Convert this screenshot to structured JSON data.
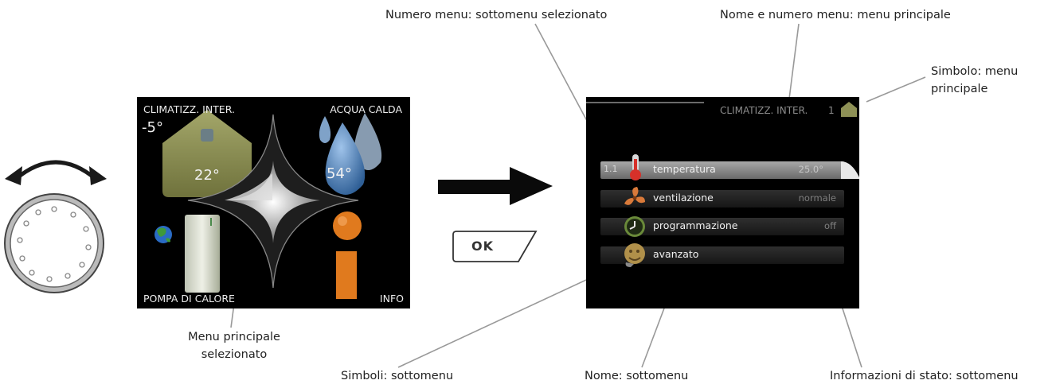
{
  "callouts": {
    "submenu_number": "Numero menu: sottomenu selezionato",
    "main_menu_name": "Nome e numero menu: menu principale",
    "main_menu_symbol": "Simbolo: menu principale",
    "main_menu_selected": "Menu principale selezionato",
    "submenu_symbols": "Simboli: sottomenu",
    "submenu_name": "Nome: sottomenu",
    "submenu_status": "Informazioni di stato: sottomenu"
  },
  "main_screen": {
    "q1_label": "CLIMATIZZ. INTER.",
    "q1_outdoor_temp": "-5°",
    "q1_indoor_temp": "22°",
    "q2_label": "ACQUA CALDA",
    "q2_temp": "54°",
    "q3_label": "POMPA DI CALORE",
    "q4_label": "INFO"
  },
  "ok_button": {
    "label": "OK"
  },
  "submenu_screen": {
    "header_title": "CLIMATIZZ. INTER.",
    "header_number": "1",
    "rows": [
      {
        "number": "1.1",
        "label": "temperatura",
        "status": "25.0°",
        "icon": "thermometer-icon"
      },
      {
        "number": "",
        "label": "ventilazione",
        "status": "normale",
        "icon": "fan-icon"
      },
      {
        "number": "",
        "label": "programmazione",
        "status": "off",
        "icon": "clock-icon"
      },
      {
        "number": "",
        "label": "avanzato",
        "status": "",
        "icon": "advanced-icon"
      }
    ]
  },
  "colors": {
    "screen_bg": "#000000",
    "house": "#8e9156",
    "water_drop": "#5a8bc0",
    "info_orange": "#e07a1e",
    "text_light": "#ececec"
  }
}
